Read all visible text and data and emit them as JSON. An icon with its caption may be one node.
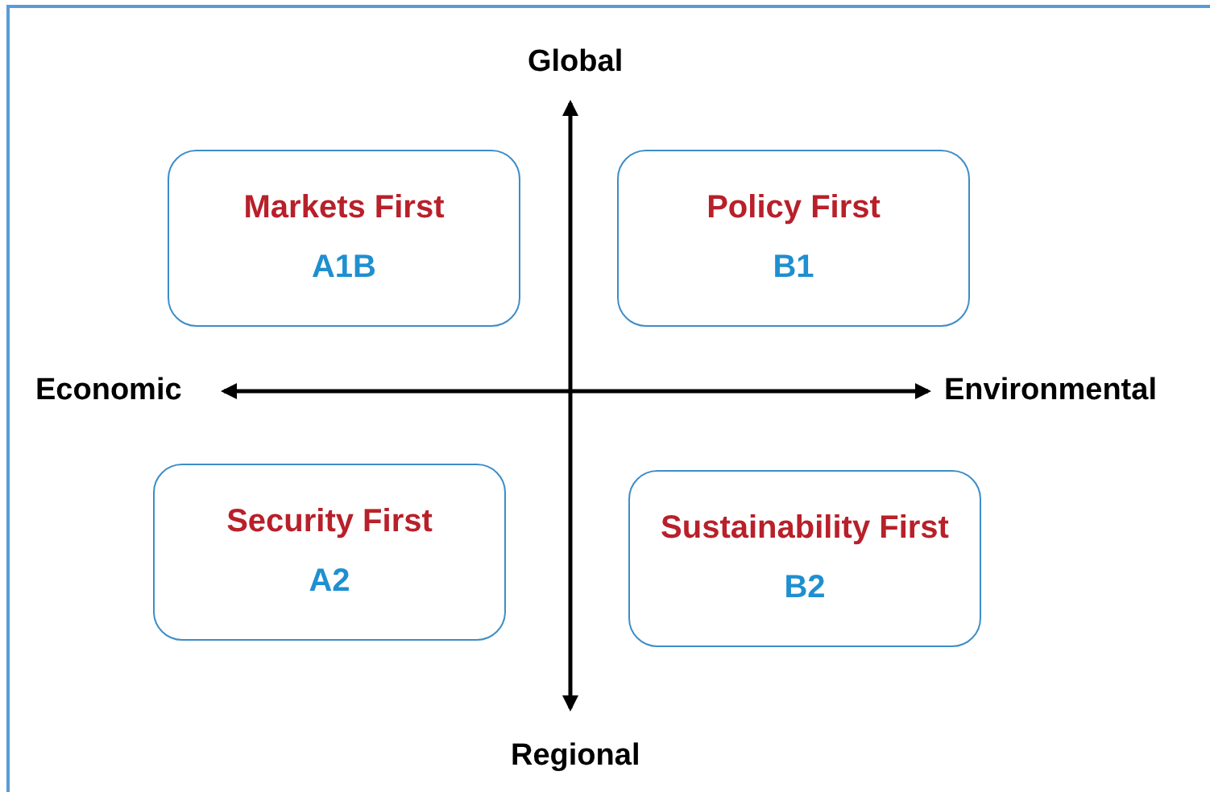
{
  "diagram": {
    "nodes": [
      {
        "text": [
          "Markets First",
          "A1B"
        ]
      },
      {
        "text": [
          "Policy First",
          "B1"
        ]
      },
      {
        "text": [
          "Security First",
          "A2"
        ]
      },
      {
        "text": [
          "Sustainability First",
          "B2"
        ]
      }
    ],
    "labels": [
      "Global",
      "Economic",
      "Environmental",
      "Regional"
    ]
  }
}
